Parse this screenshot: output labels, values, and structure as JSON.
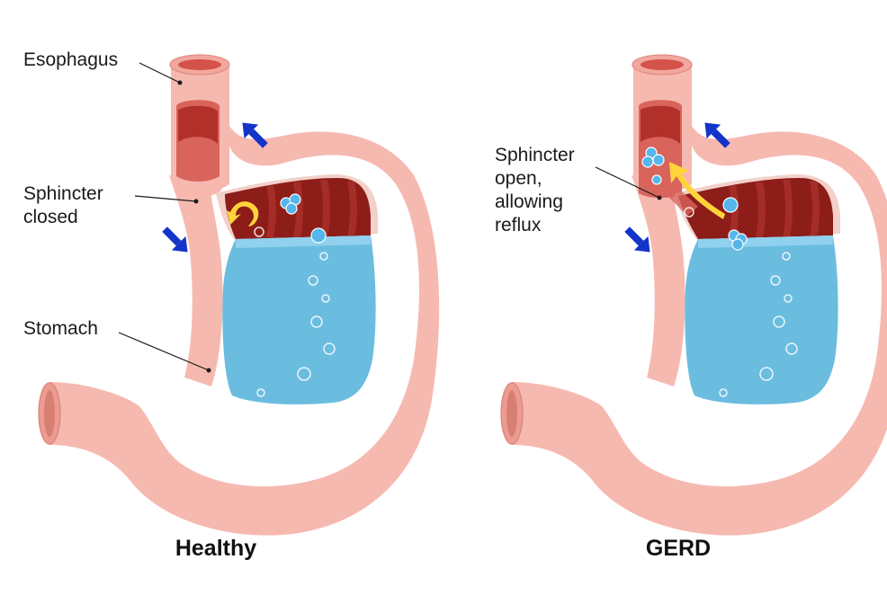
{
  "panels": [
    {
      "id": "healthy",
      "caption": "Healthy",
      "labels": {
        "esophagus": "Esophagus",
        "sphincter_line1": "Sphincter",
        "sphincter_line2": "closed",
        "stomach": "Stomach"
      }
    },
    {
      "id": "gerd",
      "caption": "GERD",
      "labels": {
        "sphincter_line1": "Sphincter",
        "sphincter_line2": "open,",
        "sphincter_line3": "allowing",
        "sphincter_line4": "reflux"
      }
    }
  ],
  "colors": {
    "stomach_wall": "#f6b9b0",
    "gastric_acid": "#6bbde0",
    "cavity": "#8d1d18",
    "pressure_arrow": "#1334c8",
    "reflux_arrow": "#ffd43b"
  }
}
